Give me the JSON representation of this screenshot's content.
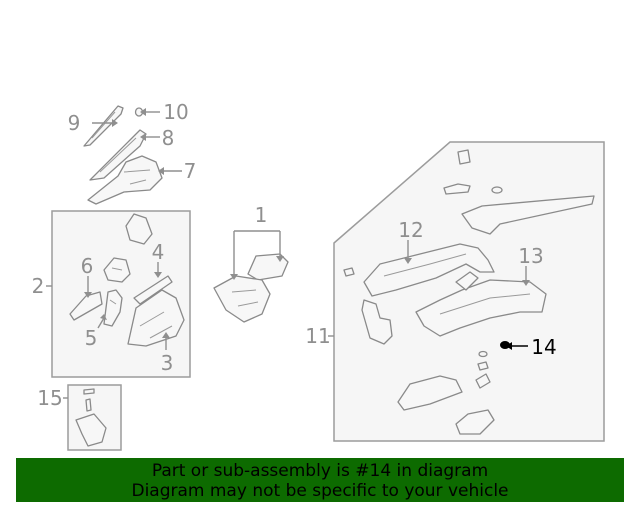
{
  "callouts": {
    "c1": "1",
    "c2": "2",
    "c3": "3",
    "c4": "4",
    "c5": "5",
    "c6": "6",
    "c7": "7",
    "c8": "8",
    "c9": "9",
    "c10": "10",
    "c11": "11",
    "c12": "12",
    "c13": "13",
    "c14": "14",
    "c15": "15"
  },
  "highlighted_part": "14",
  "banner": {
    "line1": "Part or sub-assembly is #14 in diagram",
    "line2": "Diagram may not be specific to your vehicle"
  },
  "colors": {
    "banner_bg": "#0d6b00",
    "callout_gray": "#8f8f8f",
    "highlight": "#000000"
  }
}
